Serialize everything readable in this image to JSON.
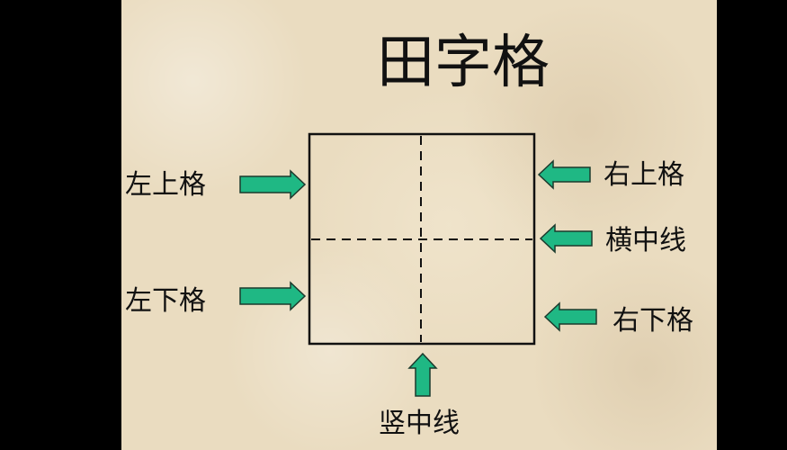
{
  "title": "田字格",
  "labels": {
    "top_left": "左上格",
    "bottom_left": "左下格",
    "top_right": "右上格",
    "horizontal_center": "横中线",
    "bottom_right": "右下格",
    "vertical_center": "竖中线"
  },
  "colors": {
    "background": "#eadcc0",
    "arrow_fill": "#1fb884",
    "arrow_stroke": "#1b3a2d",
    "line": "#111111"
  }
}
